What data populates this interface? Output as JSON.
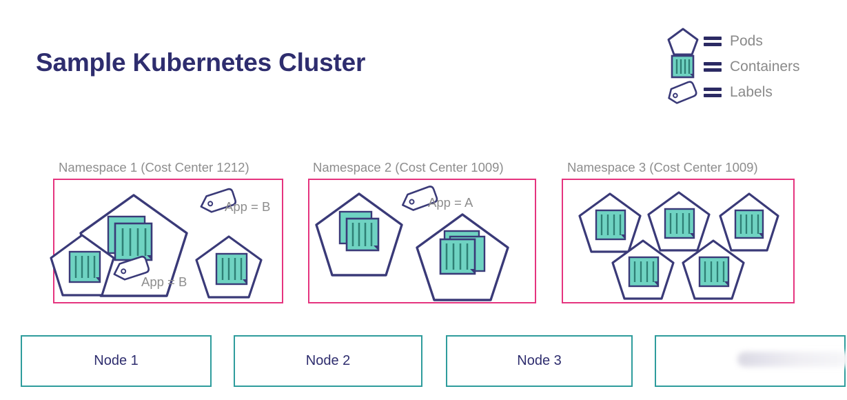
{
  "page": {
    "title": "Sample Kubernetes Cluster",
    "background": "#ffffff",
    "title_color": "#2e2d6e"
  },
  "colors": {
    "title_navy": "#2e2d6e",
    "outline_navy": "#3a3a78",
    "container_teal": "#6fd3c2",
    "container_teal_dark": "#4cbfae",
    "namespace_pink": "#e5337e",
    "node_teal": "#2e9c9c",
    "label_grey": "#8d8d8d",
    "equals_navy": "#2b2a63"
  },
  "legend": {
    "items": [
      {
        "icon": "pentagon-pod-icon",
        "equals": "=",
        "label": "Pods"
      },
      {
        "icon": "container-icon",
        "equals": "=",
        "label": "Containers"
      },
      {
        "icon": "tag-label-icon",
        "equals": "=",
        "label": "Labels"
      }
    ]
  },
  "namespaces": [
    {
      "label": "Namespace 1 (Cost Center 1212)",
      "pods": [
        {
          "id": "ns1-pod-left",
          "containers": 1,
          "size": "small"
        },
        {
          "id": "ns1-pod-center",
          "containers": 2,
          "size": "large"
        },
        {
          "id": "ns1-pod-right",
          "containers": 1,
          "size": "small"
        }
      ],
      "tags": [
        {
          "id": "ns1-tag-top",
          "text": "App = B"
        },
        {
          "id": "ns1-tag-bottom",
          "text": "App = B"
        }
      ]
    },
    {
      "label": "Namespace 2 (Cost Center 1009)",
      "pods": [
        {
          "id": "ns2-pod-left",
          "containers": 2,
          "size": "medium"
        },
        {
          "id": "ns2-pod-right",
          "containers": 3,
          "size": "large"
        }
      ],
      "tags": [
        {
          "id": "ns2-tag",
          "text": "App = A"
        }
      ]
    },
    {
      "label": "Namespace 3 (Cost Center 1009)",
      "pods": [
        {
          "id": "ns3-pod-1",
          "containers": 1,
          "size": "small"
        },
        {
          "id": "ns3-pod-2",
          "containers": 1,
          "size": "small"
        },
        {
          "id": "ns3-pod-3",
          "containers": 1,
          "size": "small"
        },
        {
          "id": "ns3-pod-4",
          "containers": 1,
          "size": "small"
        },
        {
          "id": "ns3-pod-5",
          "containers": 1,
          "size": "small"
        }
      ],
      "tags": []
    }
  ],
  "nodes": [
    {
      "label": "Node 1",
      "redacted": false
    },
    {
      "label": "Node 2",
      "redacted": false
    },
    {
      "label": "Node 3",
      "redacted": false
    },
    {
      "label": "",
      "redacted": true
    }
  ]
}
